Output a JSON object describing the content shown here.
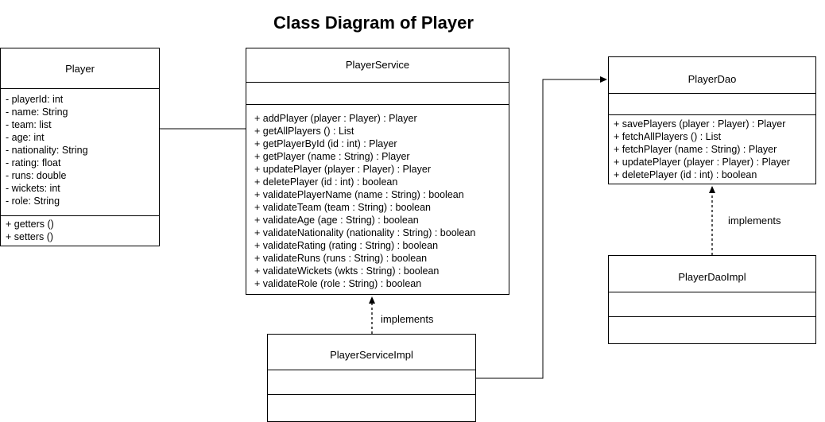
{
  "title": "Class Diagram of  Player",
  "classes": {
    "player": {
      "name": "Player",
      "attributes": [
        "- playerId: int",
        "- name: String",
        "- team: list",
        "- age: int",
        "- nationality: String",
        "- rating: float",
        "- runs: double",
        "- wickets: int",
        "- role: String"
      ],
      "methods": [
        "+ getters ()",
        "+ setters ()"
      ]
    },
    "player_service": {
      "name": "PlayerService",
      "attributes": [],
      "methods": [
        "+ addPlayer (player : Player) : Player",
        "+ getAllPlayers () : List",
        "+ getPlayerById (id : int) : Player",
        "+ getPlayer (name : String) : Player",
        "+ updatePlayer (player : Player) : Player",
        "+ deletePlayer (id : int) : boolean",
        "+ validatePlayerName (name : String) : boolean",
        "+ validateTeam (team : String) : boolean",
        "+ validateAge (age : String) : boolean",
        "+ validateNationality (nationality : String) : boolean",
        "+ validateRating (rating : String) : boolean",
        "+ validateRuns (runs : String) : boolean",
        "+ validateWickets (wkts : String) : boolean",
        "+ validateRole (role : String) : boolean"
      ]
    },
    "player_dao": {
      "name": "PlayerDao",
      "attributes": [],
      "methods": [
        "+ savePlayers (player : Player) : Player",
        "+ fetchAllPlayers () : List",
        "+ fetchPlayer (name : String) : Player",
        "+ updatePlayer (player : Player) : Player",
        "+ deletePlayer (id : int) : boolean"
      ]
    },
    "player_service_impl": {
      "name": "PlayerServiceImpl",
      "attributes": [],
      "methods": []
    },
    "player_dao_impl": {
      "name": "PlayerDaoImpl",
      "attributes": [],
      "methods": []
    }
  },
  "relations": {
    "service_implements_label": "implements",
    "dao_implements_label": "implements"
  }
}
